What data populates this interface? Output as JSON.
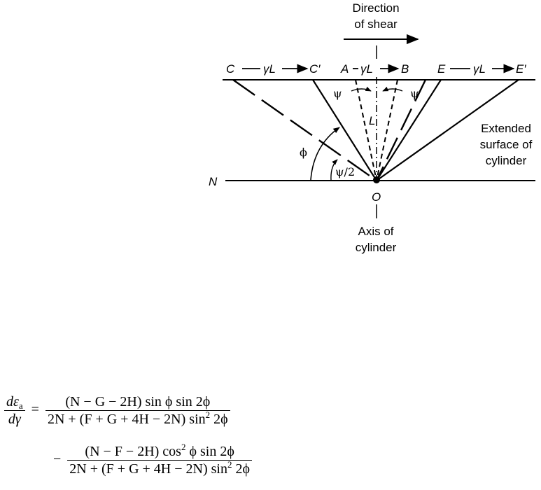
{
  "diagram": {
    "direction_line1": "Direction",
    "direction_line2": "of shear",
    "point_C": "C",
    "point_C_prime": "C′",
    "point_A": "A",
    "point_B": "B",
    "point_E": "E",
    "point_E_prime": "E′",
    "gamma_L": "γL",
    "point_N": "N",
    "point_O": "O",
    "label_L": "L",
    "psi": "ψ",
    "phi": "ϕ",
    "psi_half": "ψ/2",
    "extended_line1": "Extended",
    "extended_line2": "surface of",
    "extended_line3": "cylinder",
    "axis_line1": "Axis of",
    "axis_line2": "cylinder"
  },
  "equation": {
    "lhs_num": "dε",
    "lhs_num_sub": "a",
    "lhs_den": "dγ",
    "equals": "=",
    "num1": "(N − G − 2H) sin ϕ sin 2ϕ",
    "den1_a": "2N + (F + G + 4H − 2N) sin",
    "den1_exp": "2",
    "den1_b": " 2ϕ",
    "minus": "−",
    "num2_a": "(N − F − 2H) cos",
    "num2_exp": "2",
    "num2_b": " ϕ sin 2ϕ",
    "den2_a": "2N + (F + G + 4H − 2N) sin",
    "den2_exp": "2",
    "den2_b": " 2ϕ"
  }
}
